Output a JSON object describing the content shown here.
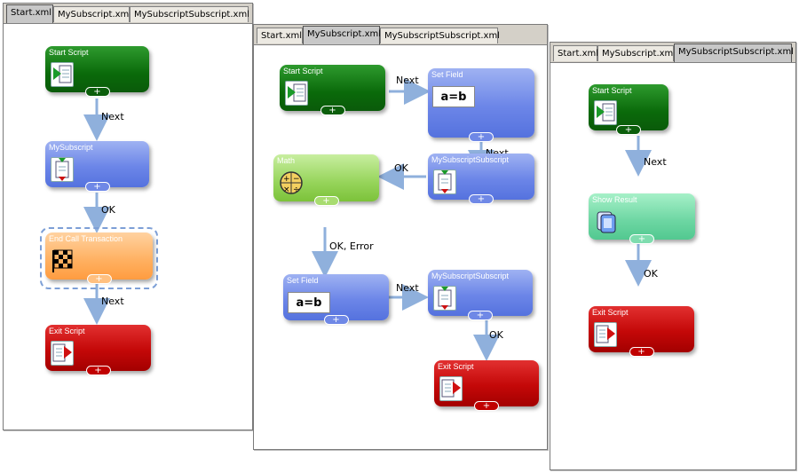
{
  "windows": [
    {
      "tabs": [
        {
          "label": "Start.xml",
          "active": true
        },
        {
          "label": "MySubscript.xml",
          "active": false
        },
        {
          "label": "MySubscriptSubscript.xml",
          "active": false
        }
      ],
      "nodes": [
        {
          "title": "Start Script",
          "color": "green",
          "icon": "start-script-icon"
        },
        {
          "title": "MySubscript",
          "color": "blue",
          "icon": "subscript-icon"
        },
        {
          "title": "End Call Transaction",
          "color": "orange",
          "icon": "checkered-flag-icon"
        },
        {
          "title": "Exit Script",
          "color": "red",
          "icon": "exit-script-icon"
        }
      ],
      "edges": [
        "Next",
        "OK",
        "Next"
      ]
    },
    {
      "tabs": [
        {
          "label": "Start.xml",
          "active": false
        },
        {
          "label": "MySubscript.xml",
          "active": true
        },
        {
          "label": "MySubscriptSubscript.xml",
          "active": false
        }
      ],
      "nodes": [
        {
          "title": "Start Script",
          "color": "green",
          "icon": "start-script-icon"
        },
        {
          "title": "Set Field",
          "color": "blue",
          "icon": "set-field-icon",
          "icon_text": "a=b"
        },
        {
          "title": "MySubscriptSubscript",
          "color": "blue",
          "icon": "subscript-icon"
        },
        {
          "title": "Math",
          "color": "light-green",
          "icon": "math-icon"
        },
        {
          "title": "Set Field",
          "color": "blue",
          "icon": "set-field-icon",
          "icon_text": "a=b"
        },
        {
          "title": "MySubscriptSubscript",
          "color": "blue",
          "icon": "subscript-icon"
        },
        {
          "title": "Exit Script",
          "color": "red",
          "icon": "exit-script-icon"
        }
      ],
      "edges": [
        "Next",
        "Next",
        "OK",
        "OK, Error",
        "Next",
        "OK"
      ]
    },
    {
      "tabs": [
        {
          "label": "Start.xml",
          "active": false
        },
        {
          "label": "MySubscript.xml",
          "active": false
        },
        {
          "label": "MySubscriptSubscript.xml",
          "active": true
        }
      ],
      "nodes": [
        {
          "title": "Start Script",
          "color": "green",
          "icon": "start-script-icon"
        },
        {
          "title": "Show Result",
          "color": "mint",
          "icon": "show-result-icon"
        },
        {
          "title": "Exit Script",
          "color": "red",
          "icon": "exit-script-icon"
        }
      ],
      "edges": [
        "Next",
        "OK"
      ]
    }
  ],
  "plus_glyph": "+",
  "colors": {
    "edge": "#8fb0dc",
    "selection_dash": "#7d9fd6"
  }
}
